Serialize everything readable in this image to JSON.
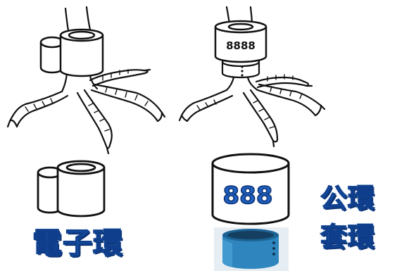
{
  "ring_digits": {
    "small": "8888",
    "large": "888"
  },
  "labels": {
    "electronic_ring": "電子環",
    "public_ring": "公環",
    "sleeve_ring": "套環"
  },
  "colors": {
    "label_fill": "#2a6fd1",
    "label_outline": "#0f3f8c",
    "sleeve_ring_fill": "#2f86bf",
    "line_art": "#111111"
  }
}
